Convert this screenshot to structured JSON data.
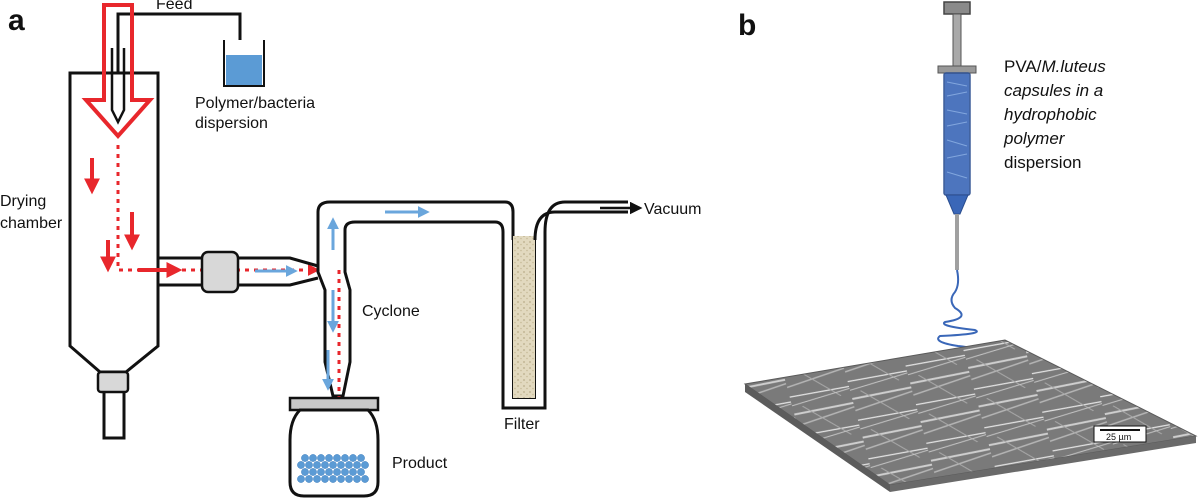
{
  "panels": {
    "a": {
      "letter": "a",
      "labels": {
        "feed": "Feed",
        "dispersion_line1": "Polymer/bacteria",
        "dispersion_line2": "dispersion",
        "drying_line1": "Drying",
        "drying_line2": "chamber",
        "vacuum": "Vacuum",
        "cyclone": "Cyclone",
        "filter": "Filter",
        "product": "Product"
      }
    },
    "b": {
      "letter": "b",
      "caption": {
        "line1_plain": "PVA/",
        "line1_italic": "M.luteus",
        "line2": "capsules in a",
        "line3": "hydrophobic",
        "line4": "polymer",
        "line5": "dispersion"
      },
      "scale_bar": "25 µm"
    }
  },
  "colors": {
    "stroke": "#111111",
    "red_arrow": "#e8272c",
    "blue_arrow": "#6aa6dc",
    "liquid": "#5b9bd5",
    "filter_fill": "#d9cfb3",
    "syringe_fill": "#3a67b8",
    "fiber_sheet": "#7d7d7d"
  }
}
